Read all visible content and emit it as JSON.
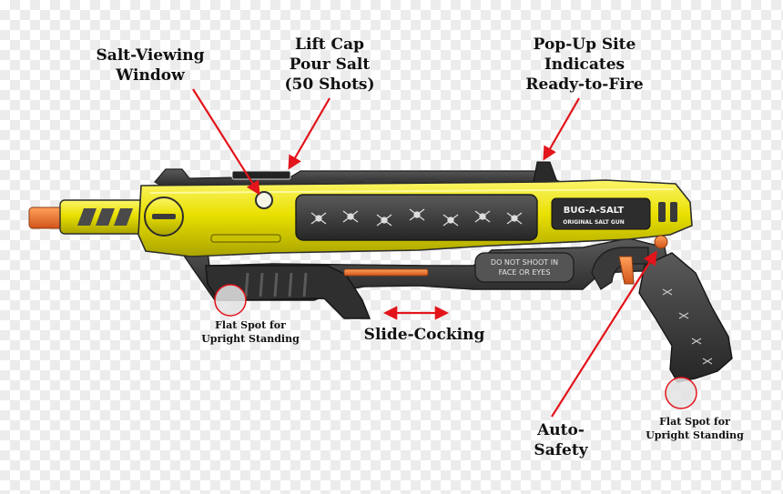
{
  "callouts": {
    "salt_window": [
      "Salt-Viewing",
      "Window"
    ],
    "lift_cap": [
      "Lift Cap",
      "Pour Salt",
      "(50 Shots)"
    ],
    "pop_up_site": [
      "Pop-Up Site",
      "Indicates",
      "Ready-to-Fire"
    ],
    "flat_spot_front": [
      "Flat Spot for",
      "Upright Standing"
    ],
    "slide_cocking": [
      "Slide-Cocking"
    ],
    "auto_safety": [
      "Auto-",
      "Safety"
    ],
    "flat_spot_rear": [
      "Flat Spot for",
      "Upright Standing"
    ]
  },
  "product_markings": {
    "brand": "BUG-A-SALT",
    "tagline": "ORIGINAL SALT GUN",
    "warning": [
      "DO NOT SHOOT IN",
      "FACE OR EYES"
    ]
  },
  "colors": {
    "body_yellow": "#e9e000",
    "frame_dark": "#3a3a3a",
    "muzzle_orange": "#f26a21",
    "arrow_red": "#e3141b"
  }
}
